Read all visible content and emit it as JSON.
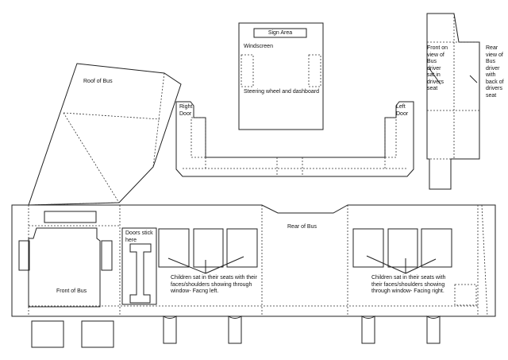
{
  "labels": {
    "roof": "Roof of Bus",
    "sign_area": "Sign Area",
    "windscreen": "Windscreen",
    "steering": "Steering wheel and dashboard",
    "right_door": "Right Door",
    "left_door": "Left Door",
    "driver_front": "Front on view of Bus driver sat in drivers seat",
    "driver_rear": "Rear view of Bus driver with back of drivers seat",
    "doors_stick": "Doors stick here",
    "front_of_bus": "Front of Bus",
    "rear_of_bus": "Rear of Bus",
    "children_left": "Children sat in their seats with their faces/shoulders showing through window- Facng left.",
    "children_right": "Children sat in their seats with their faces/shoulders showing through window- Facing right."
  }
}
